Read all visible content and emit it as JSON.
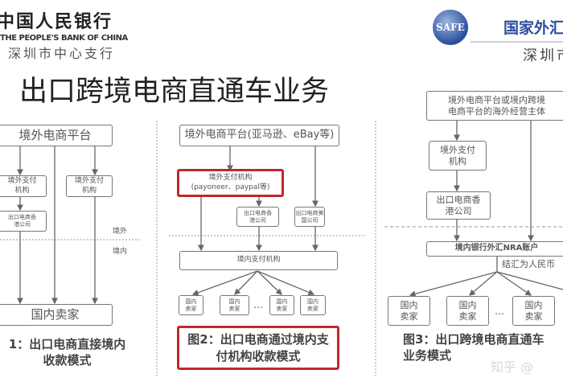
{
  "header": {
    "pboc_name_cn": "中国人民银行",
    "pboc_name_en": "THE PEOPLE'S BANK OF CHINA",
    "pboc_branch": "深圳市中心支行",
    "safe_logo": "SAFE",
    "safe_name_cn": "国家外汇",
    "safe_branch": "深圳市",
    "title": "出口跨境电商直通车业务"
  },
  "fig1": {
    "platform": "境外电商平台",
    "payment_a": "境外支付\n机构",
    "payment_b": "境外支付\n机构",
    "hk_company": "出口电商香\n港公司",
    "label_outside": "境外",
    "label_inside": "境内",
    "seller": "国内卖家",
    "caption": "1：出口电商直接境内\n收款模式"
  },
  "fig2": {
    "platform": "境外电商平台(亚马逊、eBay等)",
    "payment": "境外支付机构\n(payoneer、paypal等)",
    "hk_company": "出口电商香\n港公司",
    "us_company": "出口电商美\n国公司",
    "domestic_payment": "境内支付机构",
    "sellers": [
      "国内\n卖家",
      "国内\n卖家",
      "国内\n卖家",
      "国内\n卖家"
    ],
    "ellipsis": "…",
    "caption": "图2：出口电商通过境内支\n付机构收款模式",
    "highlight_color": "#c0282d"
  },
  "fig3": {
    "platform": "境外电商平台或境内跨境\n电商平台的海外经营主体",
    "payment": "境外支付\n机构",
    "hk_company": "出口电商香\n港公司",
    "nra_account": "境内银行外汇NRA账户",
    "settlement": "结汇为人民币",
    "sellers": [
      "国内\n卖家",
      "国内\n卖家",
      "国内\n卖家"
    ],
    "ellipsis": "…",
    "caption": "图3：出口跨境电商直通车\n业务模式"
  },
  "watermark": "知乎 @"
}
